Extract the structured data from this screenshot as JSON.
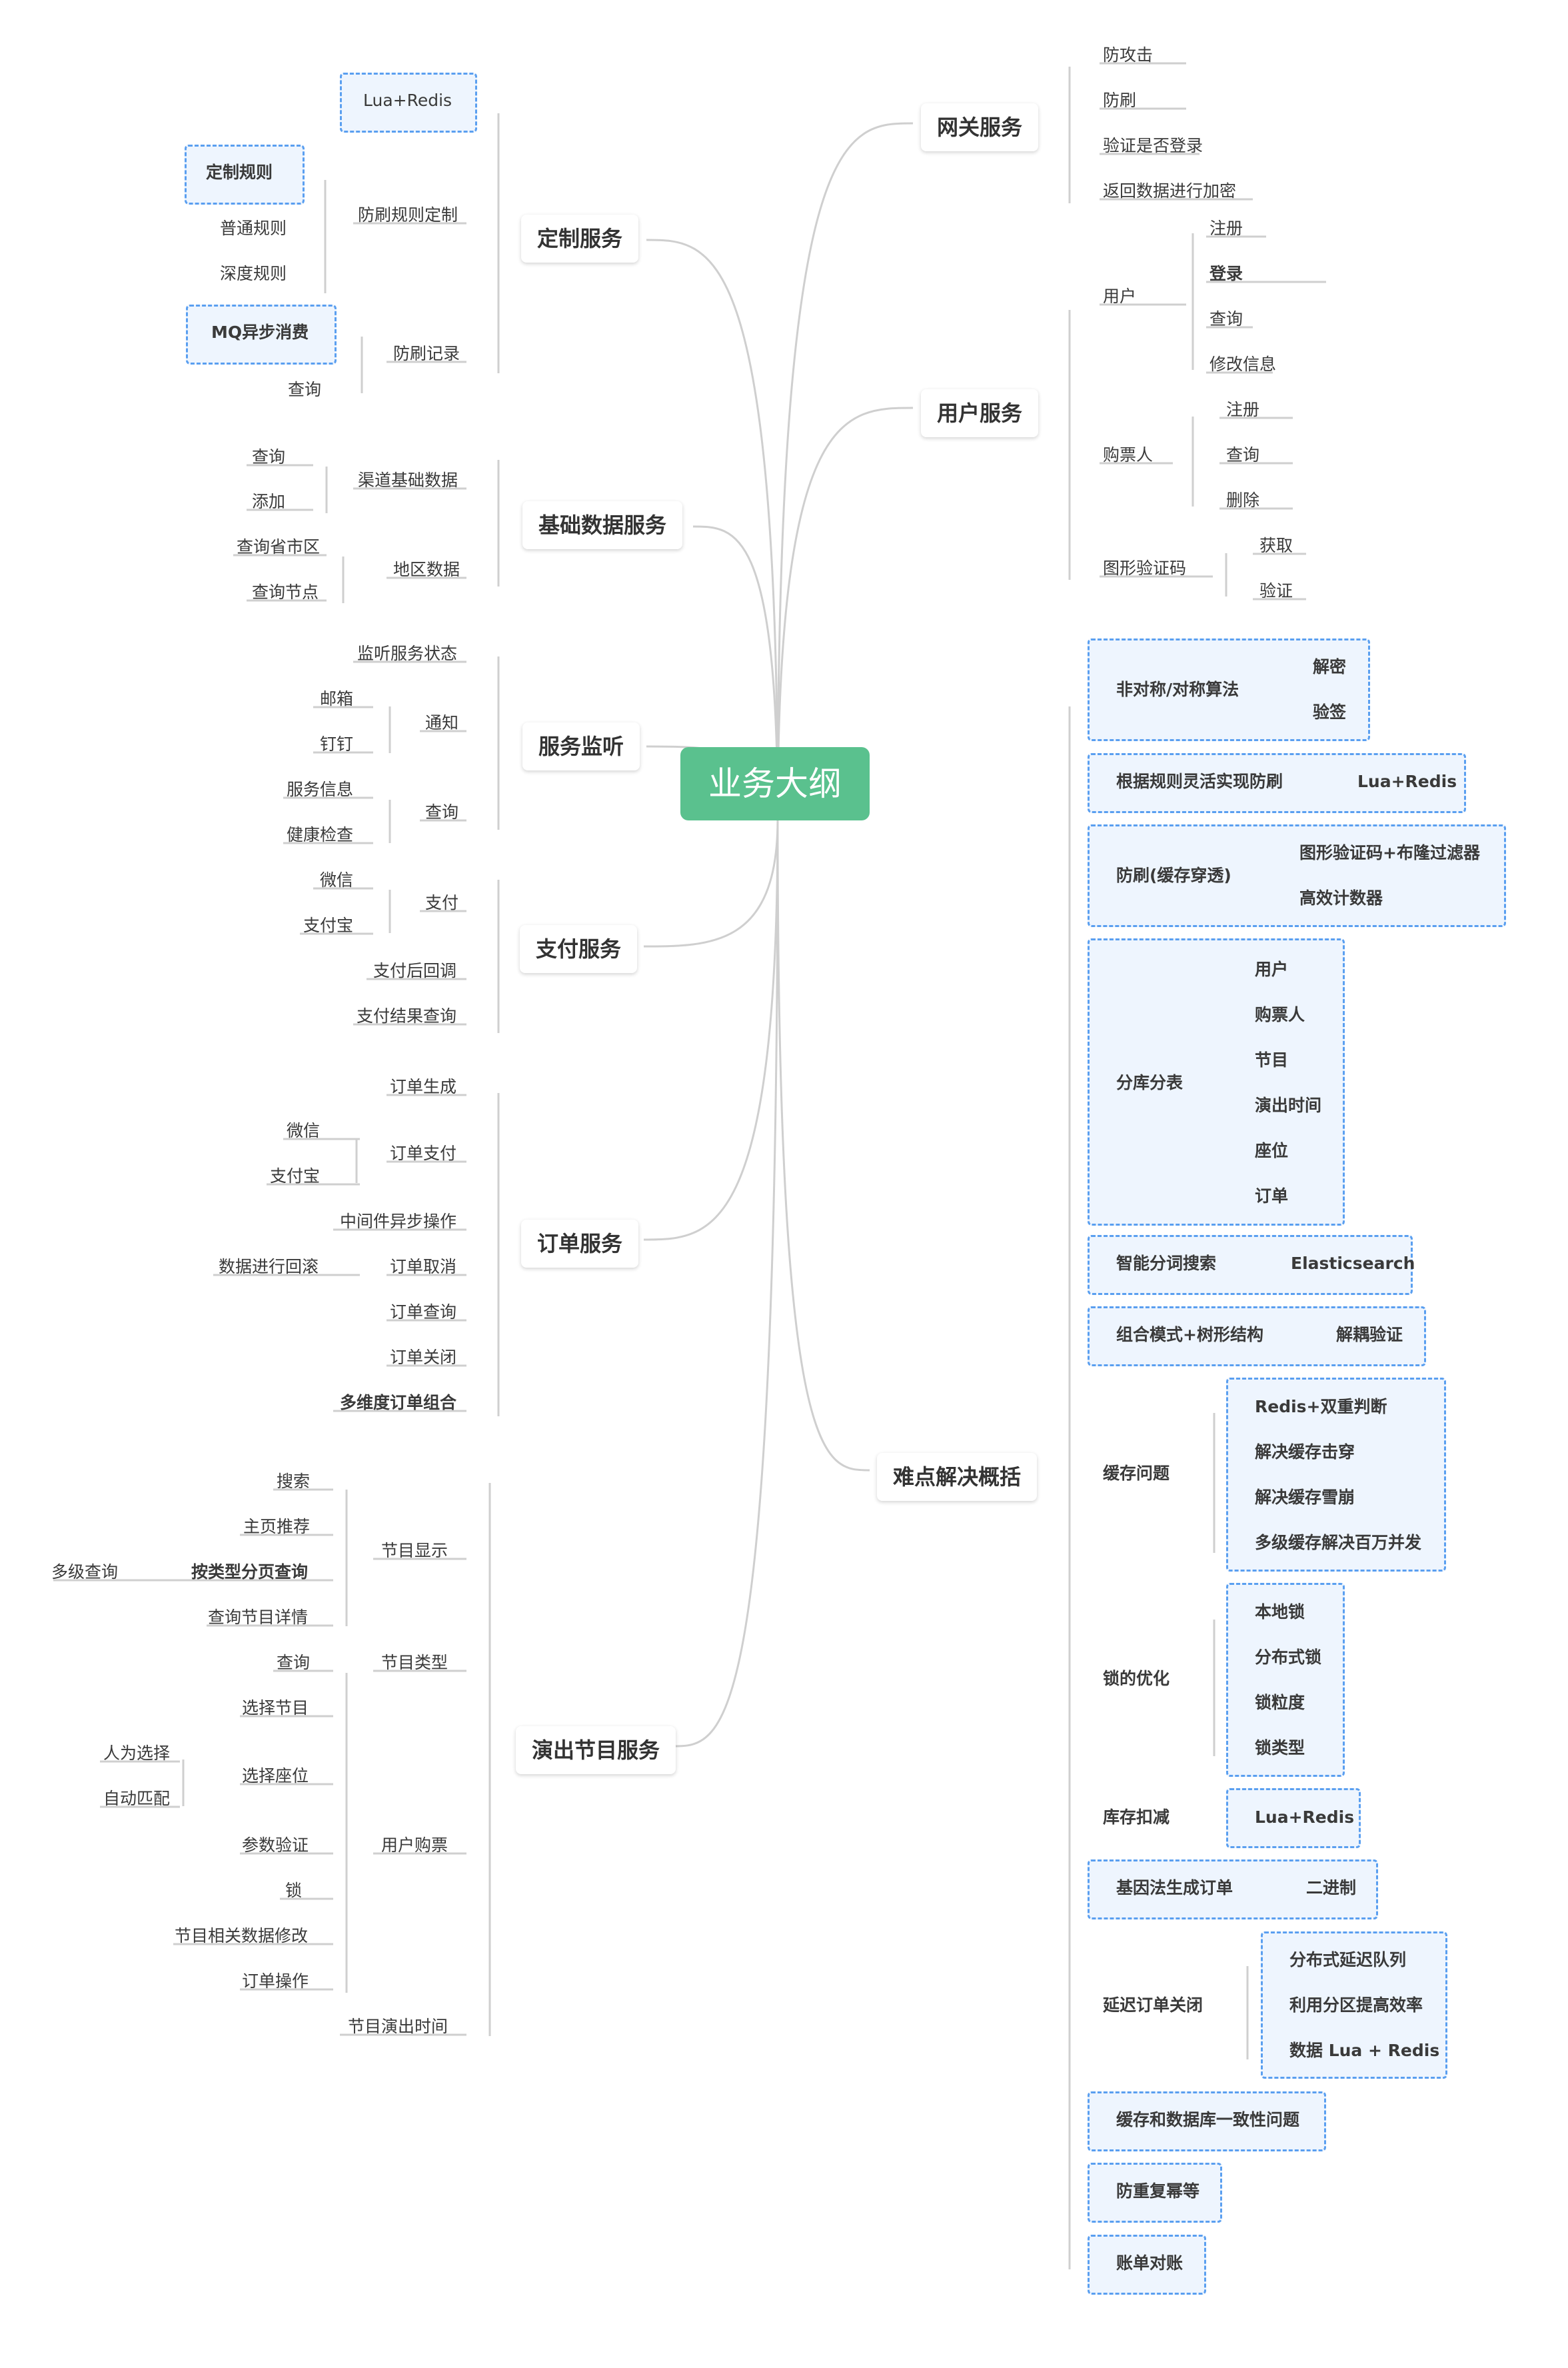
{
  "title": "业务大纲",
  "branches": {
    "custom": {
      "label": "定制服务",
      "rule_def": "防刷规则定制",
      "lua_redis": "Lua+Redis",
      "custom_rule": "定制规则",
      "normal_rule": "普通规则",
      "deep_rule": "深度规则",
      "record": "防刷记录",
      "mq": "MQ异步消费",
      "query": "查询"
    },
    "base": {
      "label": "基础数据服务",
      "channel": "渠道基础数据",
      "query": "查询",
      "add": "添加",
      "region": "地区数据",
      "query_region": "查询省市区",
      "query_node": "查询节点"
    },
    "monitor": {
      "label": "服务监听",
      "listen": "监听服务状态",
      "notify": "通知",
      "email": "邮箱",
      "dingding": "钉钉",
      "query": "查询",
      "service_info": "服务信息",
      "health": "健康检查"
    },
    "pay": {
      "label": "支付服务",
      "pay": "支付",
      "wechat": "微信",
      "alipay": "支付宝",
      "callback": "支付后回调",
      "result_query": "支付结果查询"
    },
    "order": {
      "label": "订单服务",
      "create": "订单生成",
      "pay": "订单支付",
      "wechat": "微信",
      "alipay": "支付宝",
      "middleware": "中间件异步操作",
      "cancel": "订单取消",
      "rollback": "数据进行回滚",
      "query": "订单查询",
      "close": "订单关闭",
      "multi": "多维度订单组合"
    },
    "show": {
      "label": "演出节目服务",
      "display": "节目显示",
      "search": "搜索",
      "home": "主页推荐",
      "by_type": "按类型分页查询",
      "multi_query": "多级查询",
      "detail": "查询节目详情",
      "type": "节目类型",
      "type_query": "查询",
      "purchase": "用户购票",
      "select_show": "选择节目",
      "select_seat": "选择座位",
      "manual": "人为选择",
      "auto": "自动匹配",
      "validate": "参数验证",
      "lock": "锁",
      "data_modify": "节目相关数据修改",
      "order_op": "订单操作",
      "time": "节目演出时间"
    },
    "gateway": {
      "label": "网关服务",
      "anti_attack": "防攻击",
      "anti_brush": "防刷",
      "verify_login": "验证是否登录",
      "encrypt": "返回数据进行加密"
    },
    "user": {
      "label": "用户服务",
      "user": "用户",
      "register": "注册",
      "login": "登录",
      "query": "查询",
      "modify": "修改信息",
      "buyer": "购票人",
      "buyer_register": "注册",
      "buyer_query": "查询",
      "buyer_delete": "删除",
      "captcha": "图形验证码",
      "captcha_get": "获取",
      "captcha_verify": "验证"
    },
    "difficult": {
      "label": "难点解决概括",
      "crypto": "非对称/对称算法",
      "decrypt": "解密",
      "sign_verify": "验签",
      "rule_brush": "根据规则灵活实现防刷",
      "rule_lua": "Lua+Redis",
      "penetrate": "防刷(缓存穿透)",
      "bloom": "图形验证码+布隆过滤器",
      "counter": "高效计数器",
      "sharding": "分库分表",
      "shard_items": [
        "用户",
        "购票人",
        "节目",
        "演出时间",
        "座位",
        "订单"
      ],
      "search": "智能分词搜索",
      "es": "Elasticsearch",
      "composite": "组合模式+树形结构",
      "decouple": "解耦验证",
      "cache": "缓存问题",
      "cache_items": [
        "Redis+双重判断",
        "解决缓存击穿",
        "解决缓存雪崩",
        "多级缓存解决百万并发"
      ],
      "lock": "锁的优化",
      "lock_items": [
        "本地锁",
        "分布式锁",
        "锁粒度",
        "锁类型"
      ],
      "stock": "库存扣减",
      "stock_lua": "Lua+Redis",
      "gene": "基因法生成订单",
      "binary": "二进制",
      "delay": "延迟订单关闭",
      "delay_items": [
        "分布式延迟队列",
        "利用分区提高效率",
        "数据 Lua + Redis"
      ],
      "consistency": "缓存和数据库一致性问题",
      "replay": "防重复幂等",
      "reconcile": "账单对账"
    }
  }
}
